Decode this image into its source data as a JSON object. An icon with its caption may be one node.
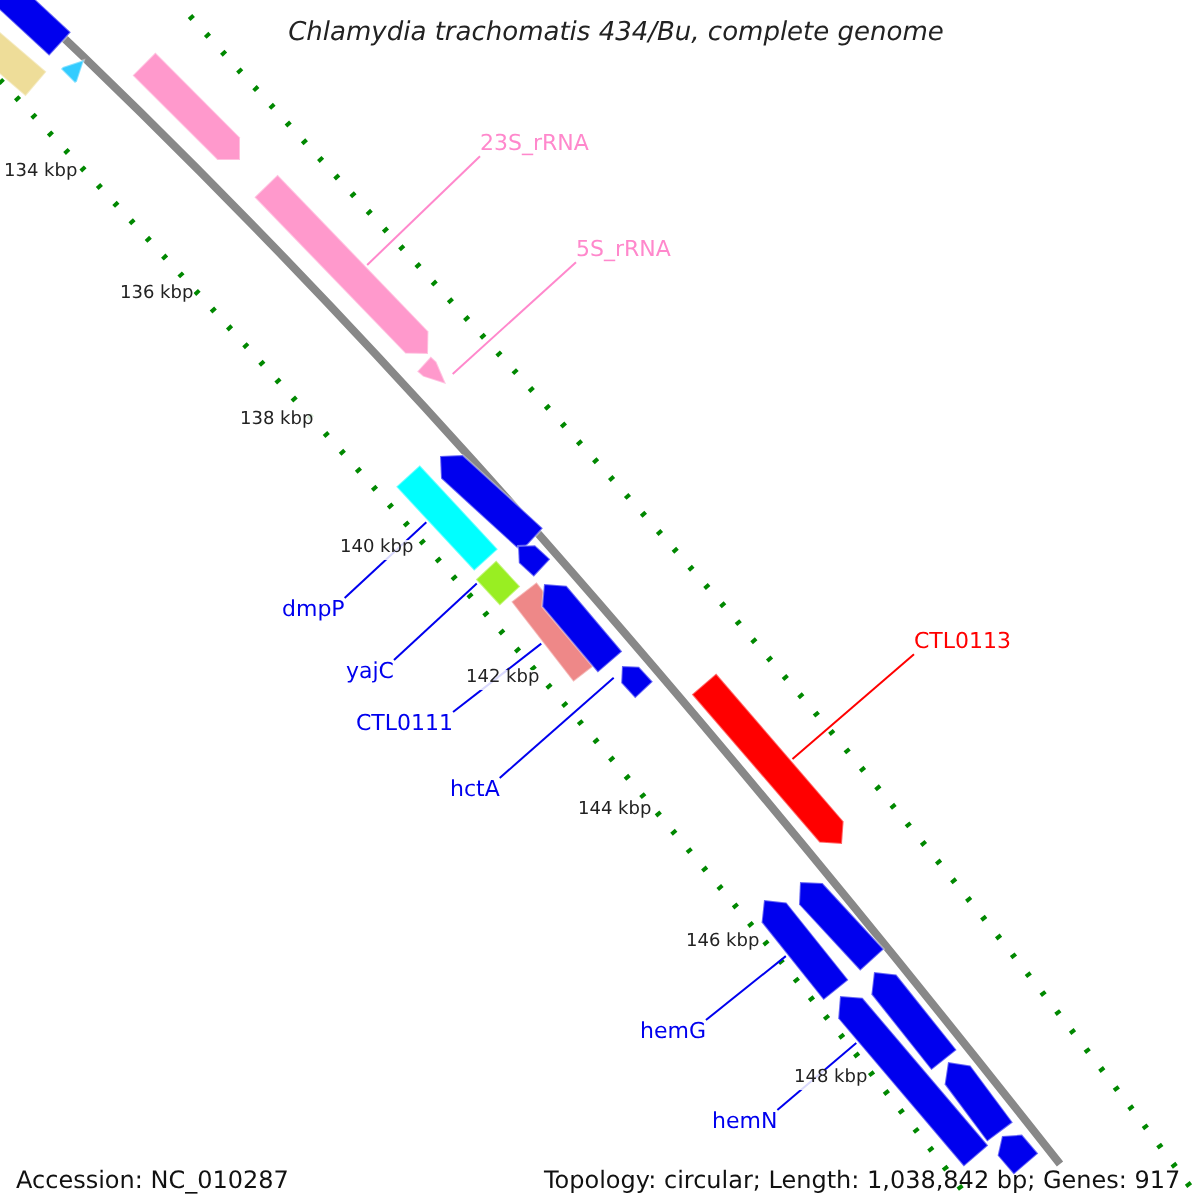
{
  "diagram": {
    "title": "Chlamydia trachomatis 434/Bu, complete genome",
    "nodes": [
      {
        "text": [
          "23S_rRNA"
        ]
      },
      {
        "text": [],
        "shape": "arrow"
      },
      {
        "text": [
          "5S_rRNA"
        ]
      },
      {
        "text": [],
        "shape": "arrow"
      },
      {
        "text": [
          "dmpP"
        ]
      },
      {
        "text": [],
        "shape": "bar"
      },
      {
        "text": [
          "yajC"
        ]
      },
      {
        "text": [],
        "shape": "bar"
      },
      {
        "text": [
          "CTL0111"
        ]
      },
      {
        "text": [],
        "shape": "bar"
      },
      {
        "text": [
          "hctA"
        ]
      },
      {
        "text": [],
        "shape": "arrow"
      },
      {
        "text": [
          "CTL0113"
        ]
      },
      {
        "text": [],
        "shape": "arrow"
      },
      {
        "text": [
          "hemG"
        ]
      },
      {
        "text": [],
        "shape": "arrow"
      },
      {
        "text": [
          "hemN"
        ]
      },
      {
        "text": [],
        "shape": "arrow"
      },
      {
        "text": [],
        "shape": "bar"
      },
      {
        "text": [],
        "shape": "bar"
      },
      {
        "text": [],
        "shape": "arrow"
      },
      {
        "text": [],
        "shape": "arrow"
      },
      {
        "text": [],
        "shape": "arrow"
      },
      {
        "text": [],
        "shape": "arrow"
      },
      {
        "text": [],
        "shape": "arrow"
      },
      {
        "text": [],
        "shape": "arrow"
      },
      {
        "text": [],
        "shape": "arrow"
      },
      {
        "text": [],
        "shape": "arrow"
      },
      {
        "text": [],
        "shape": "arrow"
      }
    ],
    "edges": [
      {
        "from": 0,
        "to": 1,
        "arrow": "none",
        "color": "#ff88cc"
      },
      {
        "from": 2,
        "to": 3,
        "arrow": "none",
        "color": "#ff88cc"
      },
      {
        "from": 4,
        "to": 5,
        "arrow": "none"
      },
      {
        "from": 6,
        "to": 7,
        "arrow": "none"
      },
      {
        "from": 8,
        "to": 9,
        "arrow": "none"
      },
      {
        "from": 10,
        "to": 11,
        "arrow": "none"
      },
      {
        "from": 12,
        "to": 13,
        "arrow": "none",
        "color": "#ff0000"
      },
      {
        "from": 14,
        "to": 15,
        "arrow": "none"
      },
      {
        "from": 16,
        "to": 17,
        "arrow": "none"
      }
    ],
    "labels": [
      "134 kbp",
      "136 kbp",
      "138 kbp",
      "140 kbp",
      "142 kbp",
      "144 kbp",
      "146 kbp",
      "148 kbp",
      "Accession: NC_010287",
      "Topology: circular; Length: 1,038,842 bp; Genes: 917"
    ]
  }
}
